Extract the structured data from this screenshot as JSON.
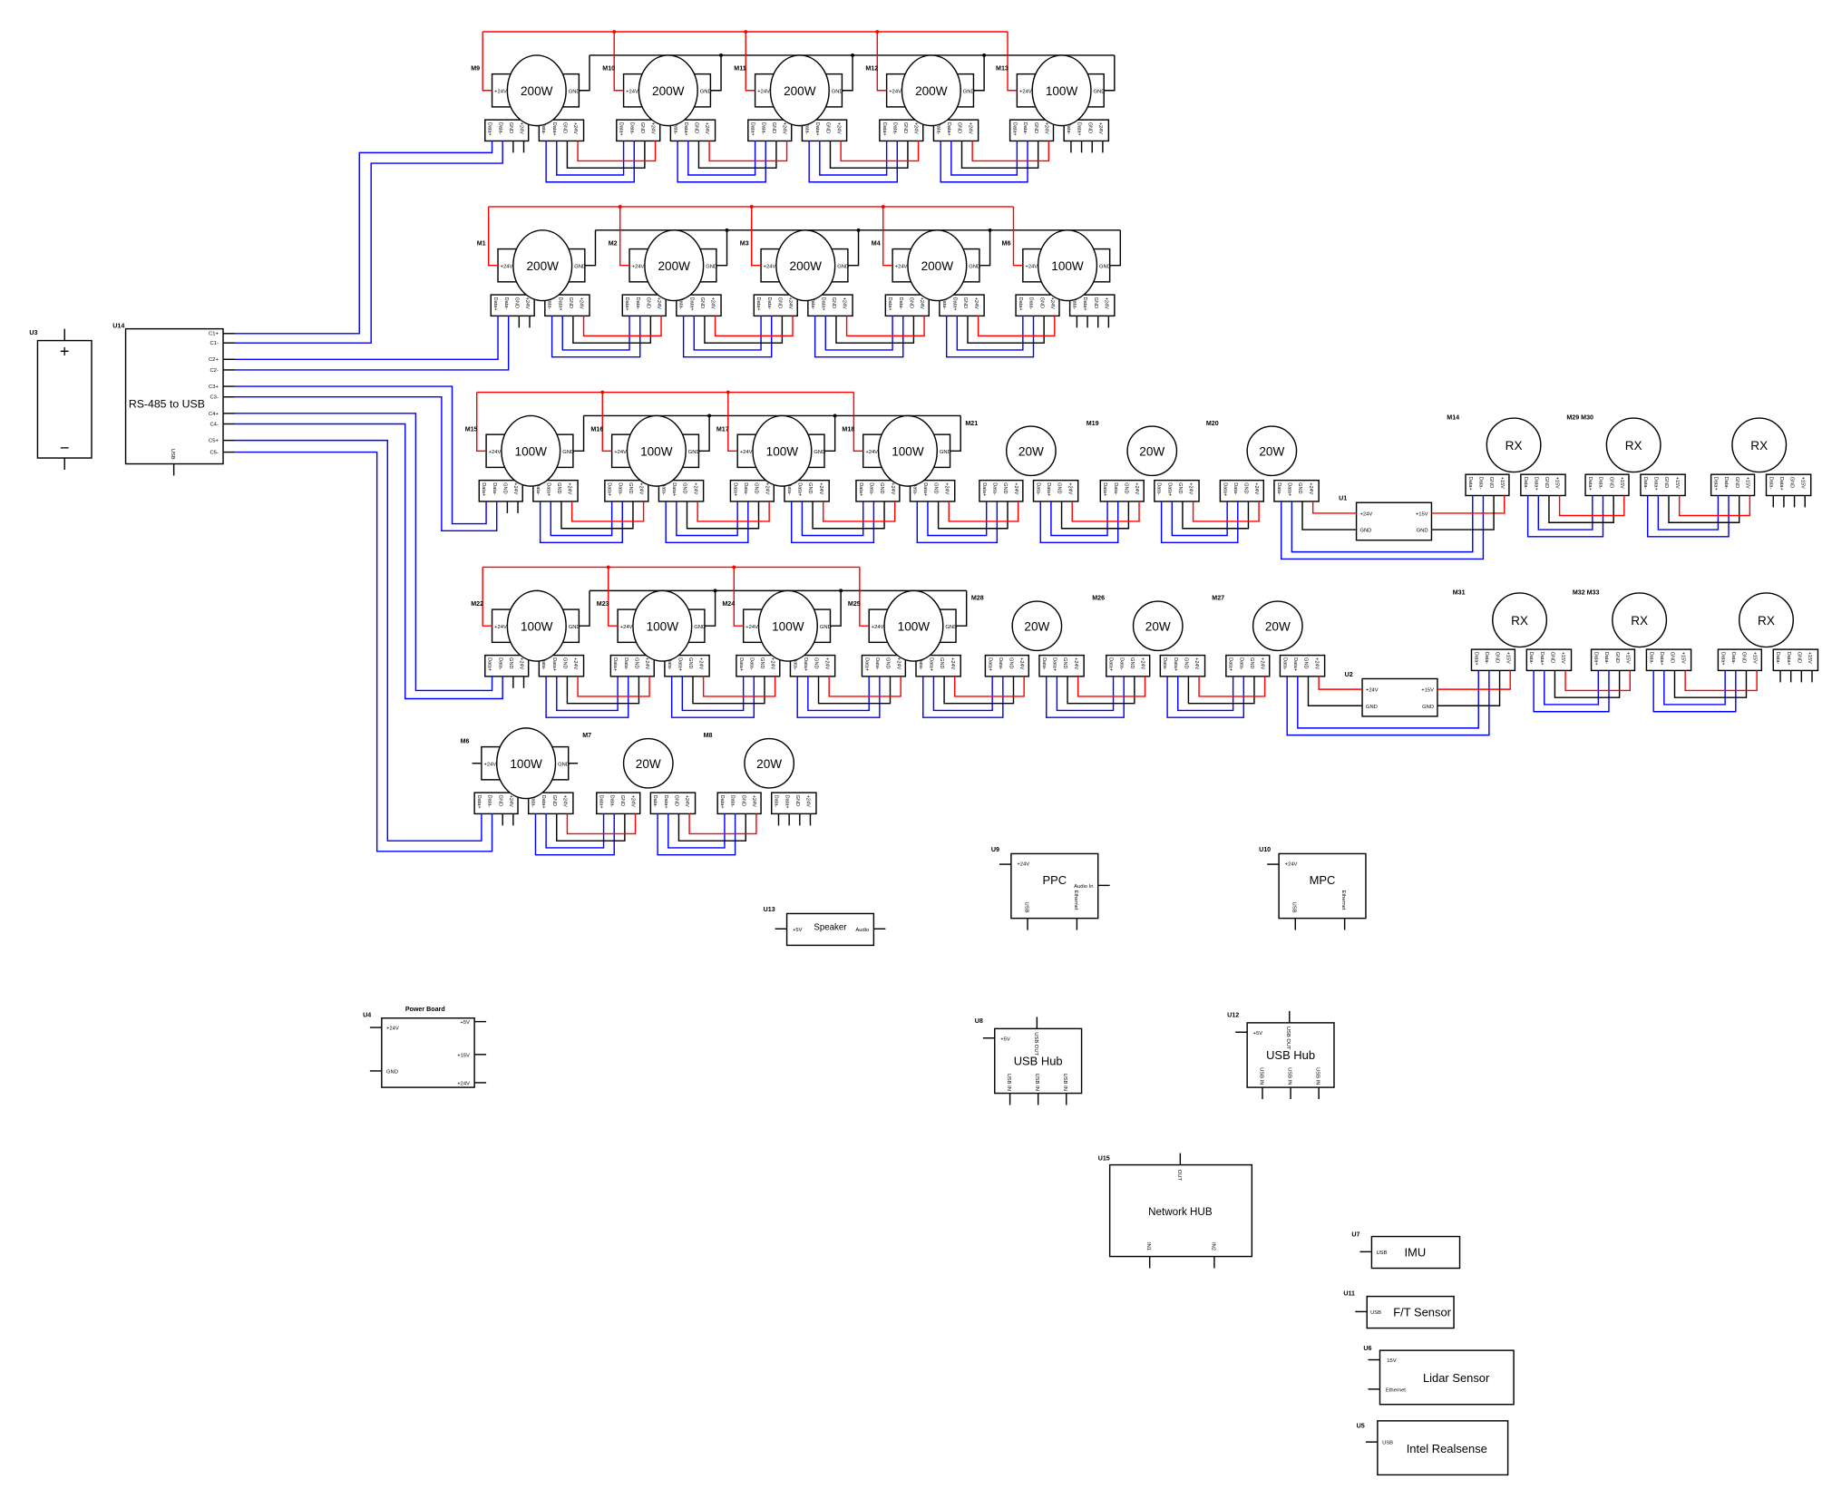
{
  "colors": {
    "power": "#ff0000",
    "data": "#0000ff",
    "ground": "#000000"
  },
  "motor_terminals": {
    "power": "+24V",
    "ground": "GND"
  },
  "connector_pins": {
    "in": [
      "Data+",
      "Data-",
      "GND",
      "+24V"
    ],
    "out": [
      "Data-",
      "Data+",
      "GND",
      "+24V"
    ],
    "rx_in": [
      "Data+",
      "Data-",
      "GND",
      "+15V"
    ],
    "rx_out": [
      "Data-",
      "Data+",
      "GND",
      "+15V"
    ]
  },
  "motor_rows": [
    {
      "motors": [
        {
          "id": "M9",
          "rating": "200W"
        },
        {
          "id": "M10",
          "rating": "200W"
        },
        {
          "id": "M11",
          "rating": "200W"
        },
        {
          "id": "M12",
          "rating": "200W"
        },
        {
          "id": "M13",
          "rating": "100W"
        }
      ]
    },
    {
      "motors": [
        {
          "id": "M1",
          "rating": "200W"
        },
        {
          "id": "M2",
          "rating": "200W"
        },
        {
          "id": "M3",
          "rating": "200W"
        },
        {
          "id": "M4",
          "rating": "200W"
        },
        {
          "id": "M6",
          "rating": "100W"
        }
      ]
    },
    {
      "motors": [
        {
          "id": "M15",
          "rating": "100W"
        },
        {
          "id": "M16",
          "rating": "100W"
        },
        {
          "id": "M17",
          "rating": "100W"
        },
        {
          "id": "M18",
          "rating": "100W"
        },
        {
          "id": "M21",
          "rating": "20W"
        },
        {
          "id": "M19",
          "rating": "20W"
        },
        {
          "id": "M20",
          "rating": "20W"
        }
      ]
    },
    {
      "motors": [
        {
          "id": "M22",
          "rating": "100W"
        },
        {
          "id": "M23",
          "rating": "100W"
        },
        {
          "id": "M24",
          "rating": "100W"
        },
        {
          "id": "M25",
          "rating": "100W"
        },
        {
          "id": "M28",
          "rating": "20W"
        },
        {
          "id": "M26",
          "rating": "20W"
        },
        {
          "id": "M27",
          "rating": "20W"
        }
      ]
    },
    {
      "motors": [
        {
          "id": "M6",
          "rating": "100W"
        },
        {
          "id": "M7",
          "rating": "20W"
        },
        {
          "id": "M8",
          "rating": "20W"
        }
      ]
    }
  ],
  "rx_rows": [
    {
      "labels": [
        "M14",
        "M29 M30"
      ],
      "units": [
        "RX",
        "RX",
        "RX"
      ],
      "converter": {
        "id": "U1",
        "in": "+24V",
        "out": "+15V",
        "gnd_in": "GND",
        "gnd_out": "GND"
      }
    },
    {
      "labels": [
        "M31",
        "M32 M33"
      ],
      "units": [
        "RX",
        "RX",
        "RX"
      ],
      "converter": {
        "id": "U2",
        "in": "+24V",
        "out": "+15V",
        "gnd_in": "GND",
        "gnd_out": "GND"
      }
    }
  ],
  "components": {
    "battery": {
      "id": "U3",
      "plus": "+",
      "minus": "−"
    },
    "rs485": {
      "id": "U14",
      "title": "RS-485 to USB",
      "pins": [
        "C1+",
        "C1-",
        "C2+",
        "C2-",
        "C3+",
        "C3-",
        "C4+",
        "C4-",
        "C5+",
        "C5-"
      ],
      "usb": "USB"
    },
    "speaker": {
      "id": "U13",
      "title": "Speaker",
      "in": "+5V",
      "out": "Audio"
    },
    "power_board": {
      "id": "U4",
      "title": "Power Board",
      "in_power": "+24V",
      "in_gnd": "GND",
      "out_5v": "+5V",
      "out_15v": "+15V",
      "out_24v": "+24V"
    },
    "ppc": {
      "id": "U9",
      "title": "PPC",
      "power": "+24V",
      "audio": "Audio In",
      "usb": "USB",
      "ethernet": "Ethernet"
    },
    "mpc": {
      "id": "U10",
      "title": "MPC",
      "power": "+24V",
      "usb": "USB",
      "ethernet": "Ethernet"
    },
    "usb_hub_1": {
      "id": "U8",
      "title": "USB Hub",
      "power": "+5V",
      "out": "USB OUT",
      "in": [
        "USB IN",
        "USB IN",
        "USB IN"
      ]
    },
    "usb_hub_2": {
      "id": "U12",
      "title": "USB Hub",
      "power": "+5V",
      "out": "USB OUT",
      "in": [
        "USB IN",
        "USB IN",
        "USB IN"
      ]
    },
    "network_hub": {
      "id": "U15",
      "title": "Network HUB",
      "out": "OUT",
      "in1": "IN1",
      "in2": "IN2"
    },
    "imu": {
      "id": "U7",
      "title": "IMU",
      "usb": "USB"
    },
    "ft_sensor": {
      "id": "U11",
      "title": "F/T Sensor",
      "usb": "USB"
    },
    "lidar": {
      "id": "U6",
      "title": "Lidar Sensor",
      "power": "15V",
      "ethernet": "Ethernet"
    },
    "realsense": {
      "id": "U5",
      "title": "Intel Realsense",
      "usb": "USB"
    }
  }
}
